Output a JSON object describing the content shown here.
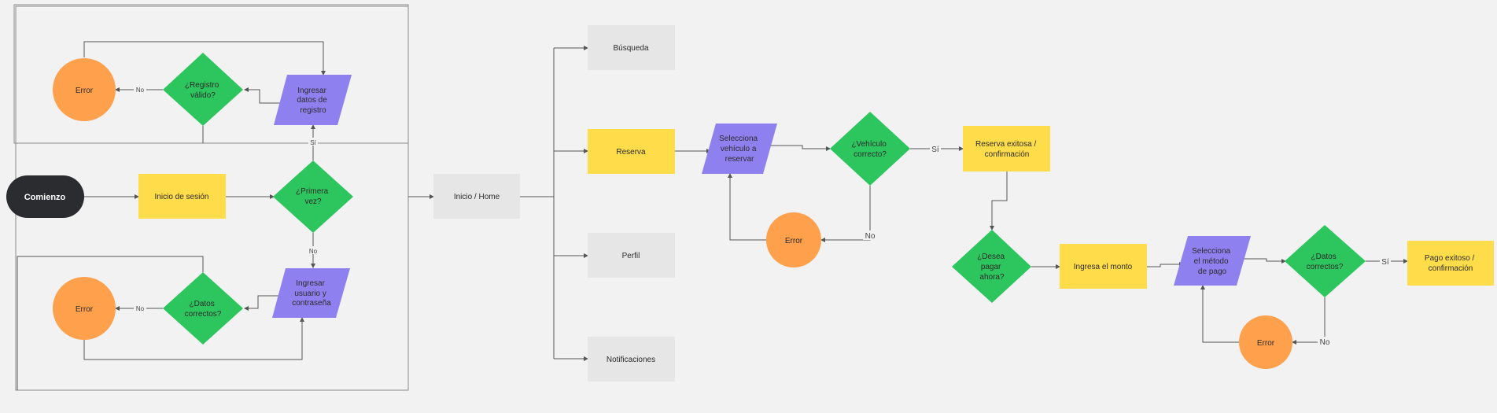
{
  "colors": {
    "background": "#f2f2f2",
    "start": "#2b2c30",
    "process_yellow": "#ffdd4a",
    "decision_green": "#2dc55e",
    "input_purple": "#8f80f0",
    "error_orange": "#ffa04d",
    "page_gray": "#e6e6e6",
    "line": "#555555"
  },
  "nodes": {
    "start": "Comienzo",
    "login": "Inicio de sesión",
    "first_time": [
      "¿Primera",
      "vez?"
    ],
    "register_input": [
      "Ingresar",
      "datos de",
      "registro"
    ],
    "register_valid": [
      "¿Registro",
      "válido?"
    ],
    "register_error": "Error",
    "login_input": [
      "Ingresar",
      "usuario y",
      "contraseña"
    ],
    "login_valid": [
      "¿Datos",
      "correctos?"
    ],
    "login_error": "Error",
    "home": "Inicio / Home",
    "search": "Búsqueda",
    "booking": "Reserva",
    "profile": "Perfil",
    "notifications": "Notificaciones",
    "select_vehicle": [
      "Selecciona",
      "vehículo a",
      "reservar"
    ],
    "vehicle_ok": [
      "¿Vehículo",
      "correcto?"
    ],
    "vehicle_error": "Error",
    "booking_success": [
      "Reserva exitosa /",
      "confirmación"
    ],
    "pay_now": [
      "¿Desea",
      "pagar",
      "ahora?"
    ],
    "enter_amount": "Ingresa el monto",
    "select_payment": [
      "Selecciona",
      "el método",
      "de pago"
    ],
    "payment_ok": [
      "¿Datos",
      "correctos?"
    ],
    "payment_error": "Error",
    "payment_success": [
      "Pago exitoso /",
      "confirmación"
    ]
  },
  "edge_labels": {
    "yes": "Sí",
    "no": "No"
  }
}
